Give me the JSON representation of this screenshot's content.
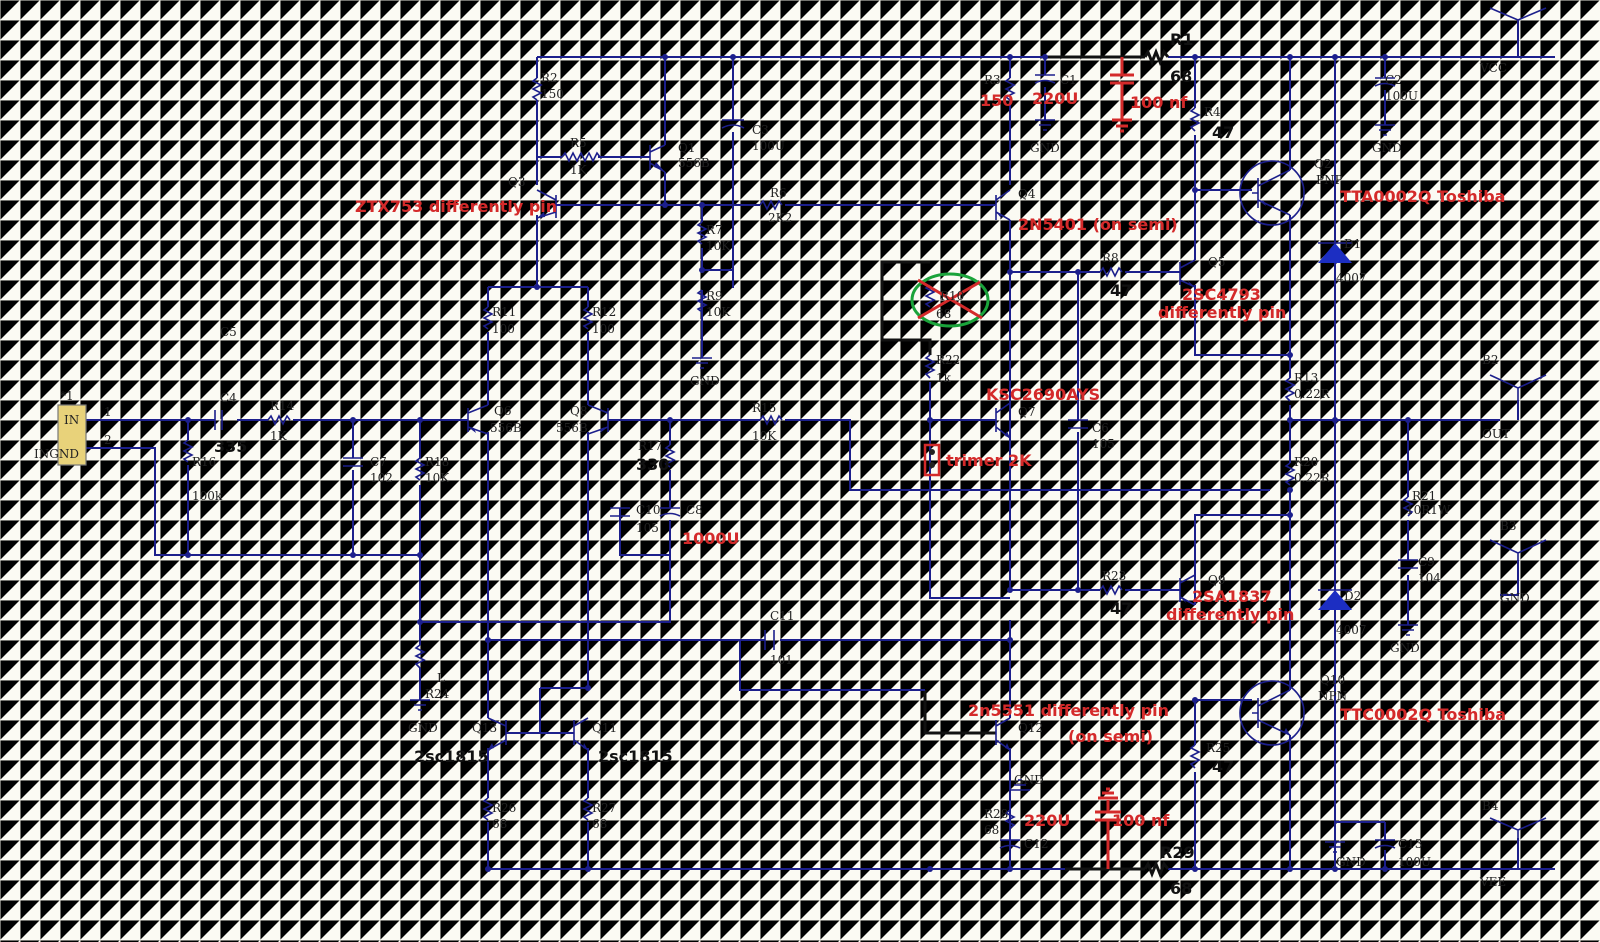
{
  "components": {
    "R1": "R1",
    "R1_val": "68",
    "R2": "R2",
    "R2_val": "150",
    "R3": "R3",
    "R3_val": "150",
    "R4": "R4",
    "R4_val": "47",
    "R5": "R5",
    "R5_val": "1K",
    "R6": "R6",
    "R6_val": "2K2",
    "R7": "R7",
    "R7_val": "10K",
    "R8": "R8",
    "R8_val": "47",
    "R9": "R9",
    "R9_val": "10K",
    "R10": "R10",
    "R10_val": "68",
    "R11": "R11",
    "R11_val": "100",
    "R12": "R12",
    "R12_val": "100",
    "R13": "R13",
    "R13_val": "0.22R",
    "R14": "R14",
    "R14_val": "1K",
    "R15": "R15",
    "R15_val": "10K",
    "R16": "R16",
    "R16_val": "100k",
    "R17": "R17",
    "R17_val": "330",
    "R18": "R18",
    "R18_val": "10K",
    "R20": "R20",
    "R20_val": "0.22R",
    "R21": "R21",
    "R21_val": "10R1W",
    "R22": "R22",
    "R22_val": "1k",
    "R23": "R23",
    "R23_val": "47",
    "R24": "R24",
    "R24_val": "L",
    "R25": "R25",
    "R25_val": "47",
    "R26": "R26",
    "R26_val": "68",
    "R27": "R27",
    "R27_val": "68",
    "R28": "R28",
    "R28_val": "68",
    "R29": "R29",
    "R29_val": "68",
    "C1": "C1",
    "C1_val": "220U",
    "C2": "C2",
    "C2_val": "100U",
    "C3": "C3",
    "C3_val": "100U",
    "C4": "C4",
    "C4_val": "335",
    "C5": "C5",
    "C6": "C6",
    "C6_val": "105",
    "C7": "C7",
    "C7_val": "102",
    "C8": "C8",
    "C8_val": "1000U",
    "C9": "C9",
    "C9_val": "104",
    "C10": "C10",
    "C10_val": "105",
    "C11": "C11",
    "C11_val": "101",
    "C12": "C12",
    "C12_val": "220U",
    "C13": "C13",
    "C13_val": "100U",
    "Q1": "Q1",
    "Q1_val": "556B",
    "Q2": "Q2",
    "Q2_val": "PNP",
    "Q3": "Q3",
    "Q4": "Q4",
    "Q5": "Q5",
    "Q6": "Q6",
    "Q6_val": "556B",
    "Q7": "Q7",
    "Q8": "Q8",
    "Q8_val": "556B",
    "Q9": "Q9",
    "Q10": "Q10",
    "Q10_val": "NPN",
    "Q11": "Q11",
    "Q12": "Q12",
    "Q13": "Q13",
    "D1": "D1",
    "D1_val": "4007",
    "D2": "D2",
    "D2_val": "4007"
  },
  "nets": {
    "vcc": "VCC",
    "vee": "VEE",
    "out": "OUT",
    "b2": "B2",
    "b3": "B3",
    "b4": "B4",
    "gnd": "GND",
    "in_pin": "IN",
    "ingnd_pin": "INGND",
    "pin1": "1",
    "pin2": "2",
    "conn": "*1"
  },
  "notes": {
    "q3": "ZTX753 differently pin",
    "q4": "2N5401 (on semi)",
    "q5": "2SC4793",
    "q5b": "differently pin",
    "q2": "TTA0002Q Toshiba",
    "q7": "KSC2690AYS",
    "trimer": "trimer 2K",
    "q9": "2SA1837",
    "q9b": "differently pin",
    "q12": "2n5551 differently pin",
    "q12b": "(on semi)",
    "q10": "TTC0002Q Toshiba",
    "q13": "2sc1815",
    "q11": "2sc1815",
    "nf_top": "100 nf",
    "nf_bot": "100 nf"
  }
}
